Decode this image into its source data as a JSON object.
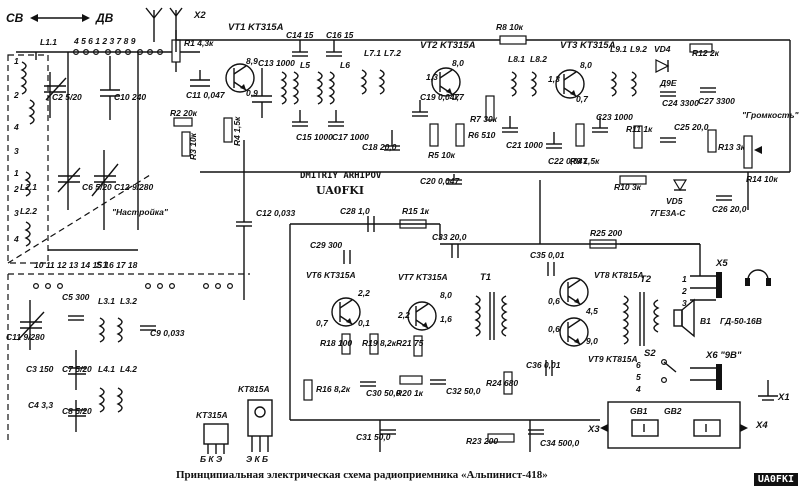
{
  "title": "Принципиальная электрическая схема радиоприемника «Альпинист-418»",
  "author": "DMITRIY ARHIPOV",
  "callsign": "UA0FKI",
  "callsign_corner": "UA0FKI",
  "band_switch": {
    "left": "СВ",
    "right": "ДВ"
  },
  "knob_label": "\"Настройка\"",
  "volume_label": "\"Громкость\"",
  "labels": {
    "x2": "X2",
    "x1": "X1",
    "x3": "X3",
    "x4": "X4",
    "x5": "X5",
    "x6": "X6 \"9В\"",
    "s1": "S1",
    "s2": "S2",
    "t1": "T1",
    "t2": "T2",
    "b1": "B1",
    "gd": "ГД-50-16В",
    "vt1": "VT1 KT315A",
    "vt2": "VT2 KT315A",
    "vt3": "VT3 KT315A",
    "vt6": "VT6 KT315A",
    "vt7": "VT7 KT315A",
    "vt8": "VT8 KT815A",
    "vt9": "VT9 KT815A",
    "vd4": "VD4",
    "vd5": "VD5",
    "d9e": "Д9Е",
    "gez": "7ГЕ3А-С",
    "gb1": "GB1",
    "gb2": "GB2",
    "r1": "R1 4,3к",
    "r2": "R2 20к",
    "r3": "R3 10к",
    "r4": "R4 1,5к",
    "r5": "R5 10к",
    "r6": "R6 510",
    "r7": "R7 30к",
    "r8": "R8 10к",
    "r9": "R9 1,5к",
    "r10": "R10 3к",
    "r11": "R11 1к",
    "r12": "R12 2к",
    "r13": "R13 3к",
    "r14": "R14 10к",
    "r15": "R15 1к",
    "r16": "R16 8,2к",
    "r18": "R18 100",
    "r19": "R19 8,2к",
    "r20": "R20 1к",
    "r21": "R21 75",
    "r23": "R23 200",
    "r24": "R24 680",
    "r25": "R25 200",
    "c2": "C2 5/20",
    "c10": "C10 240",
    "c6": "C6 5/20",
    "c12": "C12 9/280",
    "c11": "C11 0,047",
    "c13": "C13 1000",
    "c14": "C14 15",
    "c15": "C15 1000",
    "c16": "C16 15",
    "c17": "C17 1000",
    "c18": "C18 20,0",
    "c19": "C19 0,047",
    "c20": "C20 0,047",
    "c21": "C21 1000",
    "c22": "C22 0,047",
    "c23": "C23 1000",
    "c24": "C24 3300",
    "c25": "C25 20,0",
    "c26": "C26 20,0",
    "c27": "C27 3300",
    "c28": "C28 1,0",
    "c29": "C29 300",
    "c30": "C30 50,0",
    "c31": "C31 50,0",
    "c32": "C32 50,0",
    "c33": "C33 20,0",
    "c34": "C34 500,0",
    "c35": "C35 0,01",
    "c36": "C36 0,01",
    "c3": "C3 150",
    "c4": "C4 3,3",
    "c5": "C5 300",
    "c7": "C7 5/20",
    "c8": "C8 5/20",
    "c9": "C9 0,033",
    "c11b": "C11 9/280",
    "c12b": "C12 0,033",
    "l11": "L1.1",
    "l21": "L2.1",
    "l22": "L2.2",
    "l31": "L3.1",
    "l32": "L3.2",
    "l41": "L4.1",
    "l42": "L4.2",
    "l5": "L5",
    "l6": "L6",
    "l71": "L7.1",
    "l72": "L7.2",
    "l81": "L8.1",
    "l82": "L8.2",
    "l91": "L9.1",
    "l92": "L9.2",
    "kt315": "KT315A",
    "kt815": "KT815A",
    "pins315": "Б К Э",
    "pins815": "Э К Б",
    "s1_pins_top": "4 5 6 1 2 3 7 8 9",
    "s1_pins_bot": "10 11 12   13 14 15   16 17 18"
  },
  "colors": {
    "ink": "#111111",
    "paper": "#ffffff"
  }
}
